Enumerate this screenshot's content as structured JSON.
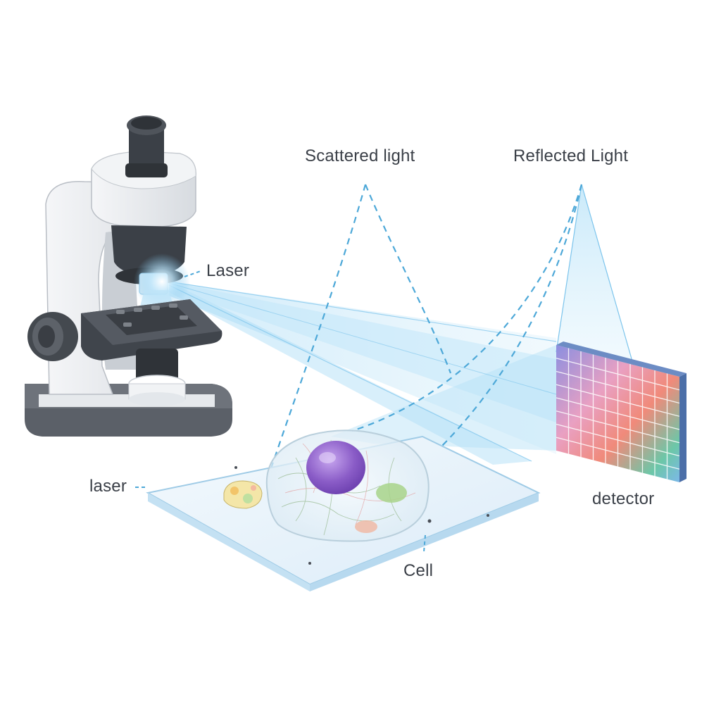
{
  "labels": {
    "scattered_light": "Scattered light",
    "reflected_light": "Reflected Light",
    "laser_top": "Laser",
    "laser_left": "laser",
    "detector": "detector",
    "cell": "Cell"
  },
  "colors": {
    "beam": "#7cc4ec",
    "dash": "#4da8d8",
    "microscope_body": "#e9ecef",
    "microscope_dark": "#3b4047",
    "nucleus": "#8a5cc7",
    "slide": "#e4f1fb"
  }
}
